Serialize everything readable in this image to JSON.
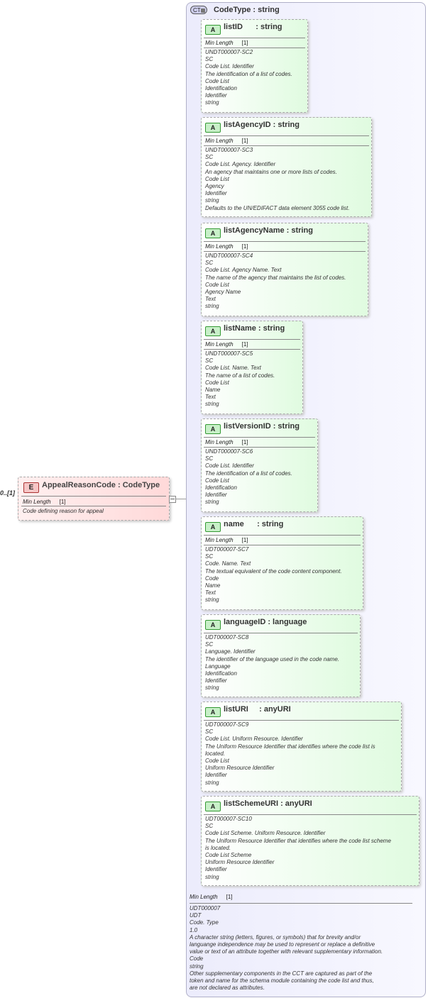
{
  "element": {
    "badge": "E",
    "name": "AppealReasonCode",
    "type": "CodeType",
    "cardinality": "0..[1]",
    "facet_label": "Min Length",
    "facet_value": "[1]",
    "documentation": "Code defining reason for appeal"
  },
  "complex_type": {
    "badge": "CT",
    "name": "CodeType",
    "type": "string",
    "facet_label": "Min Length",
    "facet_value": "[1]",
    "documentation": [
      "UDT000007",
      "UDT",
      "Code. Type",
      "1.0",
      "A character string (letters, figures, or symbols) that for brevity and/or",
      "languange independence may be used to represent or replace a definitive",
      "value or text of an attribute together with relevant supplementary information.",
      "Code",
      "string",
      "Other supplementary components in the CCT are captured as part of the",
      "token and name for the schema module containing the code list and thus,",
      "are not declared as attributes."
    ]
  },
  "attributes": [
    {
      "badge": "A",
      "title": "listID      : string",
      "facet_label": "Min Length",
      "facet_value": "[1]",
      "doc": [
        "UNDT000007-SC2",
        "SC",
        "Code List. Identifier",
        "The identification of a list of codes.",
        "Code List",
        "Identification",
        "Identifier",
        "string"
      ]
    },
    {
      "badge": "A",
      "title": "listAgencyID : string",
      "facet_label": "Min Length",
      "facet_value": "[1]",
      "doc": [
        "UNDT000007-SC3",
        "SC",
        "Code List. Agency. Identifier",
        "An agency that maintains one or more lists of codes.",
        "Code List",
        "Agency",
        "Identifier",
        "string",
        "Defaults to the UN/EDIFACT data element 3055 code list."
      ]
    },
    {
      "badge": "A",
      "title": "listAgencyName : string",
      "facet_label": "Min Length",
      "facet_value": "[1]",
      "doc": [
        "UNDT000007-SC4",
        "SC",
        "Code List. Agency Name. Text",
        "The name of the agency that maintains the list of codes.",
        "Code List",
        "Agency Name",
        "Text",
        "string"
      ]
    },
    {
      "badge": "A",
      "title": "listName : string",
      "facet_label": "Min Length",
      "facet_value": "[1]",
      "doc": [
        "UNDT000007-SC5",
        "SC",
        "Code List. Name. Text",
        "The name of a list of codes.",
        "Code List",
        "Name",
        "Text",
        "string"
      ]
    },
    {
      "badge": "A",
      "title": "listVersionID : string",
      "facet_label": "Min Length",
      "facet_value": "[1]",
      "doc": [
        "UNDT000007-SC6",
        "SC",
        "Code List. Identifier",
        "The identification of a list of codes.",
        "Code List",
        "Identification",
        "Identifier",
        "string"
      ]
    },
    {
      "badge": "A",
      "title": "name      : string",
      "facet_label": "Min Length",
      "facet_value": "[1]",
      "doc": [
        "UDT000007-SC7",
        "SC",
        "Code. Name. Text",
        "The textual equivalent of the code content component.",
        "Code",
        "Name",
        "Text",
        "string"
      ]
    },
    {
      "badge": "A",
      "title": "languageID : language",
      "facet_label": "",
      "facet_value": "",
      "doc": [
        "UDT000007-SC8",
        "SC",
        "Language. Identifier",
        "The identifier of the language used in the code name.",
        "Language",
        "Identification",
        "Identifier",
        "string"
      ]
    },
    {
      "badge": "A",
      "title": "listURI     : anyURI",
      "facet_label": "",
      "facet_value": "",
      "doc": [
        "UDT000007-SC9",
        "SC",
        "Code List. Uniform Resource. Identifier",
        "The Uniform Resource Identifier that identifies where the code list is",
        "located.",
        "Code List",
        "Uniform Resource Identifier",
        "Identifier",
        "string"
      ]
    },
    {
      "badge": "A",
      "title": "listSchemeURI : anyURI",
      "facet_label": "",
      "facet_value": "",
      "doc": [
        "UDT000007-SC10",
        "SC",
        "Code List Scheme. Uniform Resource. Identifier",
        "The Uniform Resource Identifier that identifies where the code list scheme",
        "is located.",
        "Code List Scheme",
        "Uniform Resource Identifier",
        "Identifier",
        "string"
      ]
    }
  ]
}
